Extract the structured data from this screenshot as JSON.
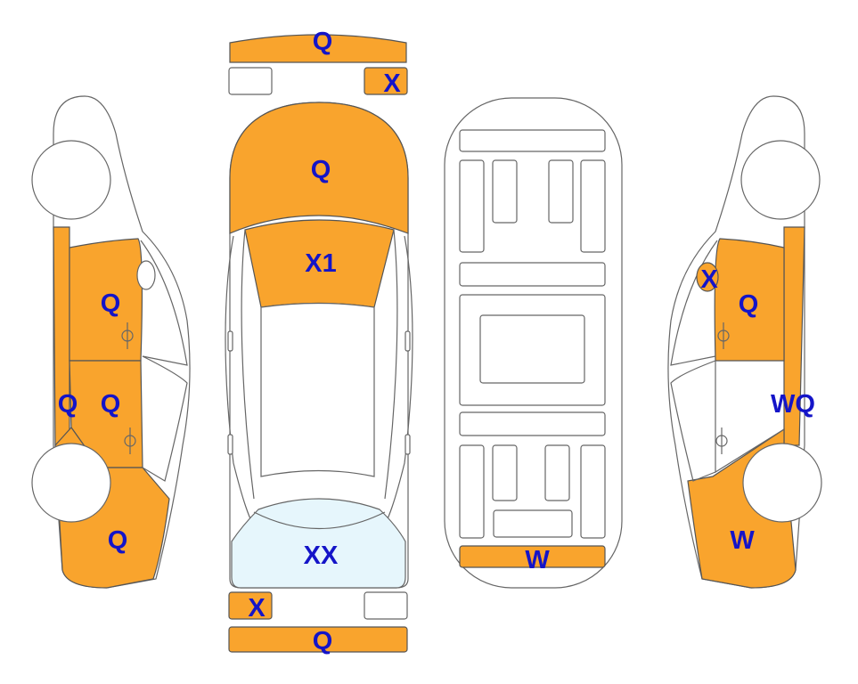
{
  "colors": {
    "damaged": "#f9a42d",
    "glass_marked": "#e6f6fc",
    "label": "#1414c8",
    "outline": "#666666"
  },
  "labels": {
    "front_bumper": "Q",
    "front_left_small": "X",
    "hood": "Q",
    "windshield": "X1",
    "rear_window": "XX",
    "rear_left_small": "X",
    "rear_bumper": "Q",
    "trunk_strip": "W",
    "left_front_door": "Q",
    "left_rear_door": "Q",
    "left_sill": "Q",
    "left_rear_quarter": "Q",
    "right_mirror": "X",
    "right_front_door": "Q",
    "right_sill": "WQ",
    "right_rear_quarter": "W"
  }
}
